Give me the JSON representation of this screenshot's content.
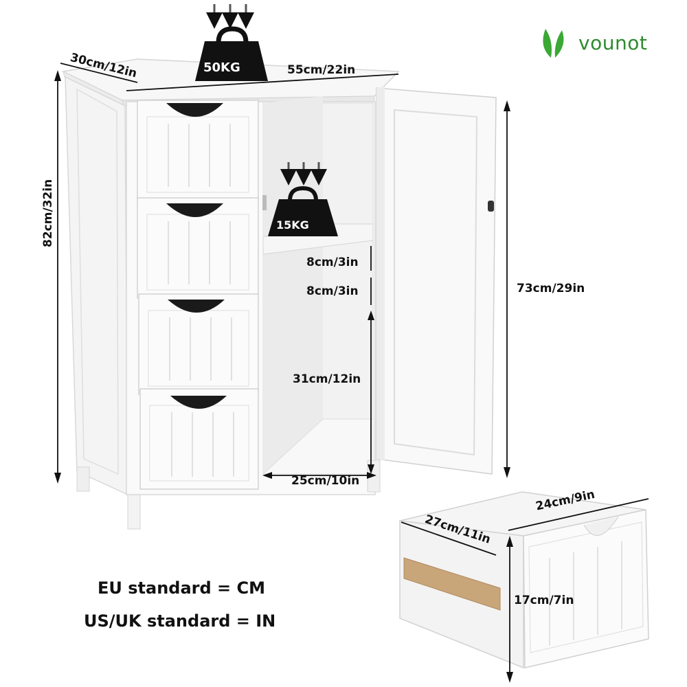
{
  "brand": {
    "name": "vounot",
    "color": "#3aa835"
  },
  "weights": {
    "top_load": "50KG",
    "shelf_load": "15KG"
  },
  "dimensions": {
    "depth": "30cm/12in",
    "width": "55cm/22in",
    "height": "82cm/32in",
    "door_height": "73cm/29in",
    "shelf_gap_1": "8cm/3in",
    "shelf_gap_2": "8cm/3in",
    "lower_height": "31cm/12in",
    "inner_width": "25cm/10in",
    "drawer_width": "24cm/9in",
    "drawer_depth": "27cm/11in",
    "drawer_height": "17cm/7in"
  },
  "standards": {
    "eu": "EU standard = CM",
    "us": "US/UK standard = IN"
  }
}
